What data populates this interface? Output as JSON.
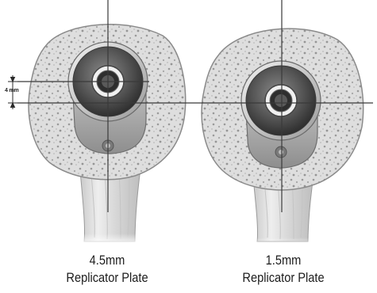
{
  "dimension_label": "4 mm",
  "figures": [
    {
      "size": "4.5mm",
      "name": "Replicator Plate"
    },
    {
      "size": "1.5mm",
      "name": "Replicator Plate"
    }
  ],
  "colors": {
    "bone_fill": "#dcdcdc",
    "bone_outline": "#8a8a8a",
    "plate_metal": "#a9a9a9",
    "head_dark": "#4a4a4a",
    "crosshair": "#3a3a3a"
  }
}
